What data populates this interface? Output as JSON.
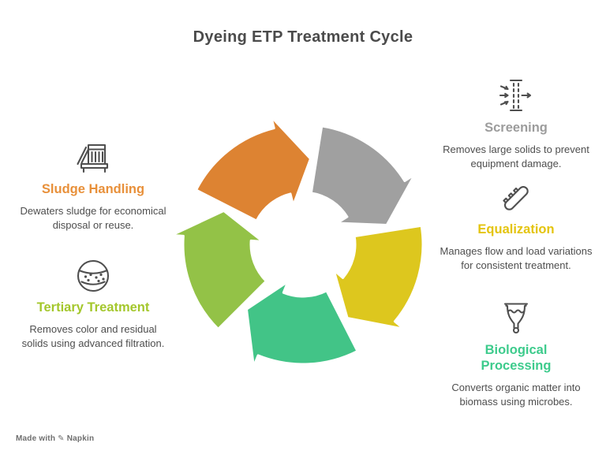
{
  "title": "Dyeing ETP Treatment Cycle",
  "footer": {
    "prefix": "Made with",
    "brand": "Napkin",
    "pen_icon_glyph": "✎"
  },
  "features": {
    "screening": {
      "title": "Screening",
      "description": "Removes large solids to prevent equipment damage.",
      "title_color": "#9c9c9c",
      "icon": "screen-filter-icon"
    },
    "equalization": {
      "title": "Equalization",
      "description": "Manages flow and load variations for consistent treatment.",
      "title_color": "#e4c40e",
      "icon": "tilted-tank-icon"
    },
    "biological": {
      "title": "Biological Processing",
      "description": "Converts organic matter into biomass using microbes.",
      "title_color": "#3dcb8c",
      "icon": "collection-cup-icon"
    },
    "tertiary": {
      "title": "Tertiary Treatment",
      "description": "Removes color and residual solids using advanced filtration.",
      "title_color": "#a4c72c",
      "icon": "filter-sphere-icon"
    },
    "sludge": {
      "title": "Sludge Handling",
      "description": "Dewaters sludge for economical disposal or reuse.",
      "title_color": "#e8903a",
      "icon": "filter-press-icon"
    }
  },
  "cycle": {
    "type": "cycle-arrows",
    "direction": "clockwise",
    "stroke_color": "#ffffff",
    "segments": [
      {
        "name": "sludge-handling",
        "color": "#dd8332",
        "head_angle": 5
      },
      {
        "name": "screening",
        "color": "#a0a0a0",
        "head_angle": 77
      },
      {
        "name": "equalization",
        "color": "#ddc71e",
        "head_angle": 149
      },
      {
        "name": "biological-processing",
        "color": "#42c487",
        "head_angle": 221
      },
      {
        "name": "tertiary-treatment",
        "color": "#93c247",
        "head_angle": 293
      }
    ]
  }
}
